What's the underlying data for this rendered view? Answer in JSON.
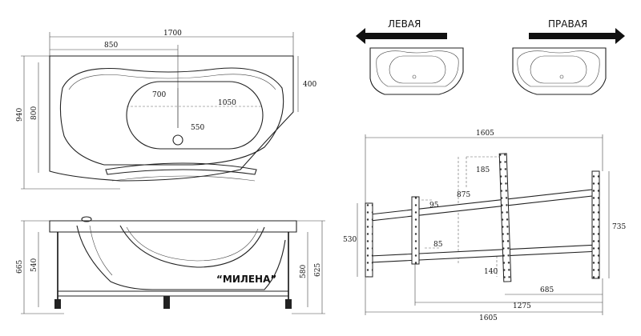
{
  "plan": {
    "dim_length": "1700",
    "dim_drain_offset": "850",
    "dim_width": "940",
    "dim_inner_width": "800",
    "dim_side_depth": "400",
    "dim_inner_width_700": "700",
    "dim_inner_length": "1050",
    "dim_drain": "550"
  },
  "orientation": {
    "left_label": "ЛЕВАЯ",
    "right_label": "ПРАВАЯ"
  },
  "side_view": {
    "dim_665": "665",
    "dim_540": "540",
    "dim_580": "580",
    "dim_625": "625",
    "model_name": "“МИЛЕНА”"
  },
  "frame": {
    "dim_top_1605": "1605",
    "dim_185": "185",
    "dim_875": "875",
    "dim_95": "95",
    "dim_530": "530",
    "dim_85": "85",
    "dim_735": "735",
    "dim_140": "140",
    "dim_685": "685",
    "dim_1275": "1275",
    "dim_bottom_1605": "1605"
  }
}
